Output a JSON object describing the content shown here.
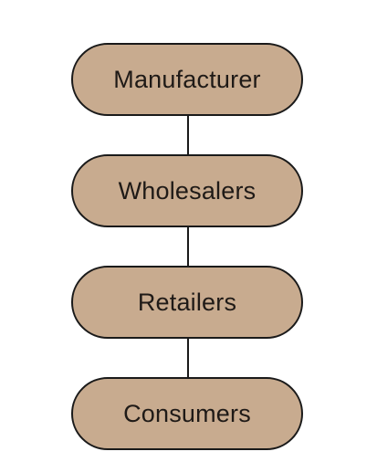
{
  "colors": {
    "node_fill": "#c8ab8f",
    "node_border": "#1a1a1a",
    "connector": "#1a1a1a",
    "text": "#1f1a17"
  },
  "nodes": [
    {
      "label": "Manufacturer"
    },
    {
      "label": "Wholesalers"
    },
    {
      "label": "Retailers"
    },
    {
      "label": "Consumers"
    }
  ]
}
